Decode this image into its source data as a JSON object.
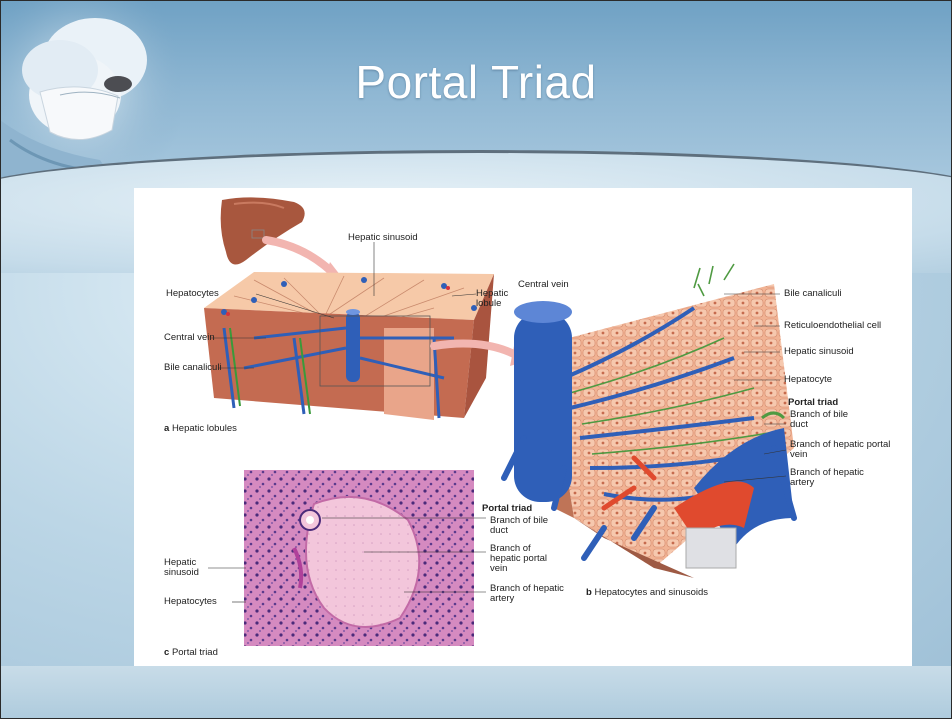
{
  "slide": {
    "title": "Portal Triad"
  },
  "figure": {
    "panel_a": {
      "caption_letter": "a",
      "caption": "Hepatic lobules",
      "labels": {
        "hepatic_sinusoid": "Hepatic sinusoid",
        "hepatocytes": "Hepatocytes",
        "hepatic_lobule": "Hepatic lobule",
        "central_vein": "Central vein",
        "bile_canaliculi": "Bile canaliculi"
      }
    },
    "panel_b": {
      "caption_letter": "b",
      "caption": "Hepatocytes and sinusoids",
      "labels": {
        "central_vein": "Central vein",
        "bile_canaliculi": "Bile canaliculi",
        "reticuloendothelial_cell": "Reticuloendothelial cell",
        "hepatic_sinusoid": "Hepatic sinusoid",
        "hepatocyte": "Hepatocyte",
        "portal_triad": "Portal triad",
        "branch_bile_duct": "Branch of bile duct",
        "branch_portal_vein": "Branch of hepatic portal vein",
        "branch_hepatic_artery": "Branch of hepatic artery"
      }
    },
    "panel_c": {
      "caption_letter": "c",
      "caption": "Portal triad",
      "labels": {
        "portal_triad": "Portal triad",
        "branch_bile_duct": "Branch of bile duct",
        "branch_portal_vein": "Branch of hepatic portal vein",
        "branch_hepatic_artery": "Branch of hepatic artery",
        "hepatic_sinusoid": "Hepatic sinusoid",
        "hepatocytes": "Hepatocytes"
      }
    }
  }
}
